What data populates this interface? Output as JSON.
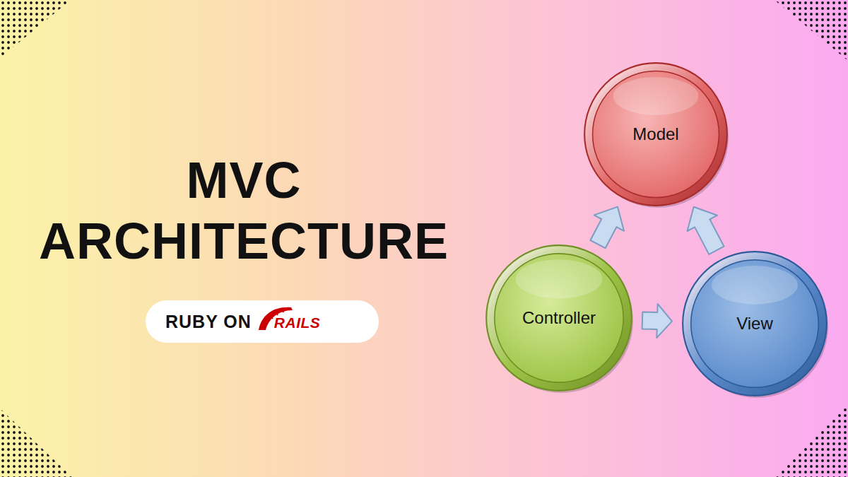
{
  "diagram": {
    "title": "MVC ARCHITECTURE",
    "nodes": [
      {
        "text": [
          "RUBY ON",
          "RAILS"
        ]
      },
      {
        "text": [
          "Model"
        ]
      },
      {
        "text": [
          "Controller"
        ]
      },
      {
        "text": [
          "View"
        ]
      }
    ],
    "edges": [
      {
        "from": 2,
        "to": 1,
        "arrow": "to"
      },
      {
        "from": 2,
        "to": 3,
        "arrow": "to"
      },
      {
        "from": 3,
        "to": 1,
        "arrow": "to"
      }
    ]
  }
}
